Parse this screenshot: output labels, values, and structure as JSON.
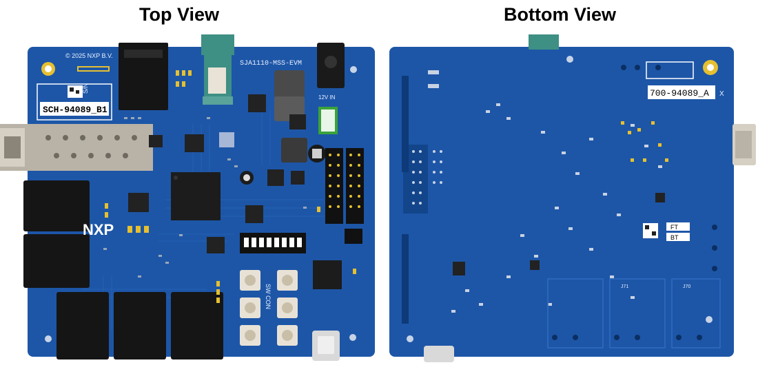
{
  "top_view": {
    "title": "Top View",
    "copyright": "© 2025 NXP B.V.",
    "board_name": "SJA1110-MSS-EVM",
    "schematic_label": "SCH-94089_B1",
    "serial_label": "S/N",
    "logo_text": "NXP",
    "switch_group_label": "SW CON",
    "power_label": "12V IN"
  },
  "bottom_view": {
    "title": "Bottom View",
    "part_label": "700-94089_A",
    "part_suffix": "X",
    "jumper_labels": [
      "FT",
      "BT"
    ],
    "connector_labels": [
      "J70",
      "J71"
    ]
  },
  "colors": {
    "pcb_blue": "#1d56a7",
    "pcb_dark": "#113f86",
    "connector_black": "#151515",
    "sfp_metal": "#b9b2a6",
    "gold": "#e6c030",
    "teal_connector": "#3e8f84"
  }
}
